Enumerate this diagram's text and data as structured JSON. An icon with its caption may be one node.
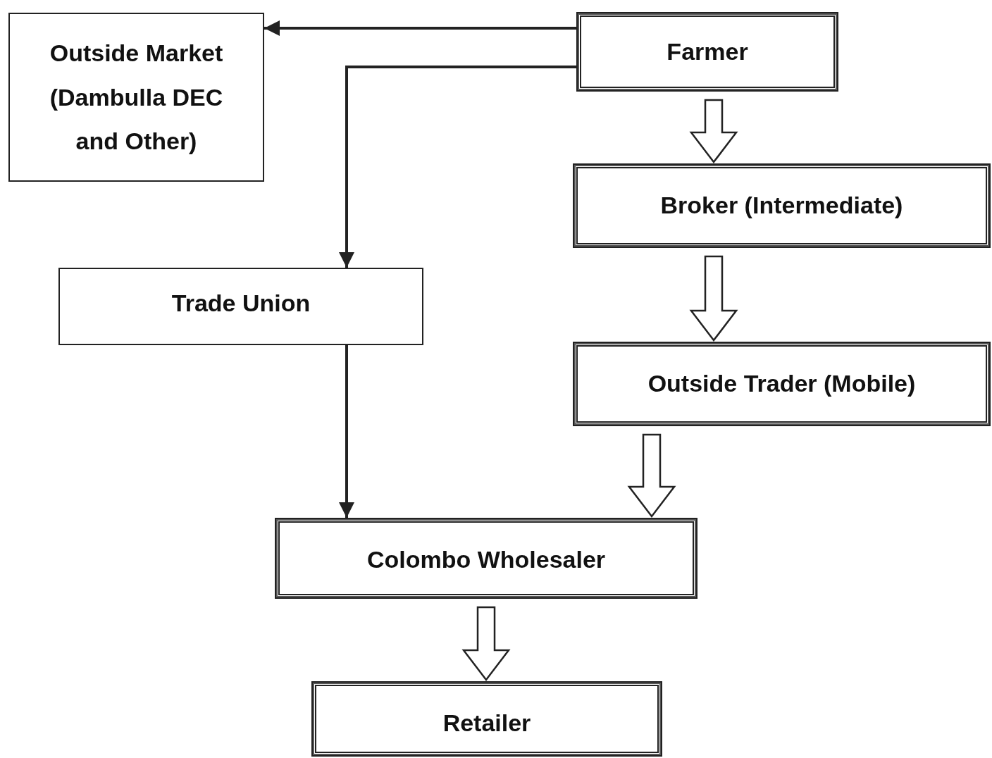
{
  "diagram": {
    "nodes": [
      {
        "text": [
          "Outside Market (Dambulla DEC and Other)"
        ]
      },
      {
        "text": [
          "Farmer"
        ]
      },
      {
        "text": [
          "Broker (Intermediate)"
        ]
      },
      {
        "text": [
          "Outside Trader (Mobile)"
        ]
      },
      {
        "text": [
          "Trade Union"
        ]
      },
      {
        "text": [
          "Colombo Wholesaler"
        ]
      },
      {
        "text": [
          "Retailer"
        ]
      }
    ],
    "edges": [
      {
        "from": 1,
        "to": 0,
        "arrow": "to"
      },
      {
        "from": 1,
        "to": 4,
        "arrow": "to"
      },
      {
        "from": 1,
        "to": 2,
        "arrow": "to",
        "style": "thick"
      },
      {
        "from": 2,
        "to": 3,
        "arrow": "to",
        "style": "thick"
      },
      {
        "from": 3,
        "to": 5,
        "arrow": "to",
        "style": "thick"
      },
      {
        "from": 4,
        "to": 5,
        "arrow": "to"
      },
      {
        "from": 5,
        "to": 6,
        "arrow": "to",
        "style": "thick"
      }
    ]
  }
}
